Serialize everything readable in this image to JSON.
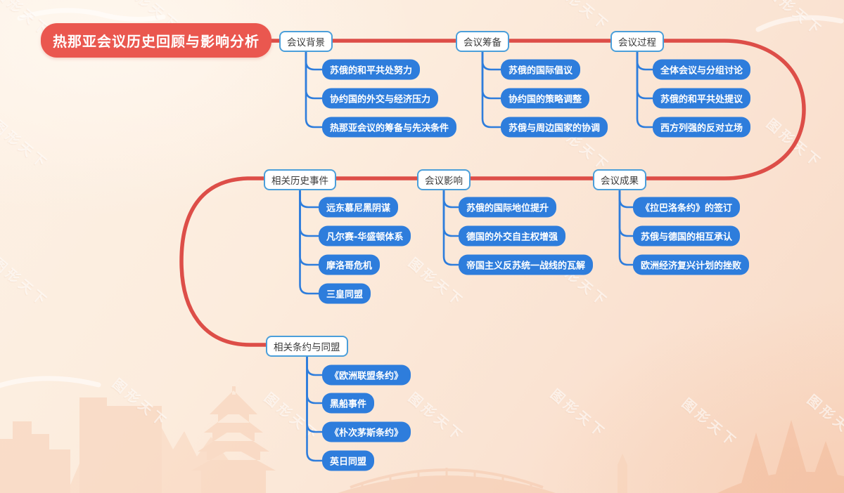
{
  "title": "热那亚会议历史回顾与影响分析",
  "watermark": "图形天下",
  "colors": {
    "root_fill": "#ea574f",
    "spine_red": "#dd4e48",
    "branch_border": "#4b9fda",
    "branch_text": "#3a3a3a",
    "child_fill": "#2e7ddc",
    "child_text": "#ffffff",
    "background": "#fcecdd"
  },
  "branches": [
    {
      "label": "会议背景",
      "children": [
        "苏俄的和平共处努力",
        "协约国的外交与经济压力",
        "热那亚会议的筹备与先决条件"
      ]
    },
    {
      "label": "会议筹备",
      "children": [
        "苏俄的国际倡议",
        "协约国的策略调整",
        "苏俄与周边国家的协调"
      ]
    },
    {
      "label": "会议过程",
      "children": [
        "全体会议与分组讨论",
        "苏俄的和平共处提议",
        "西方列强的反对立场"
      ]
    },
    {
      "label": "相关历史事件",
      "children": [
        "远东慕尼黑阴谋",
        "凡尔赛-华盛顿体系",
        "摩洛哥危机",
        "三皇同盟"
      ]
    },
    {
      "label": "会议影响",
      "children": [
        "苏俄的国际地位提升",
        "德国的外交自主权增强",
        "帝国主义反苏统一战线的瓦解"
      ]
    },
    {
      "label": "会议成果",
      "children": [
        "《拉巴洛条约》的签订",
        "苏俄与德国的相互承认",
        "欧洲经济复兴计划的挫败"
      ]
    },
    {
      "label": "相关条约与同盟",
      "children": [
        "《欧洲联盟条约》",
        "黑船事件",
        "《朴次茅斯条约》",
        "英日同盟"
      ]
    }
  ]
}
